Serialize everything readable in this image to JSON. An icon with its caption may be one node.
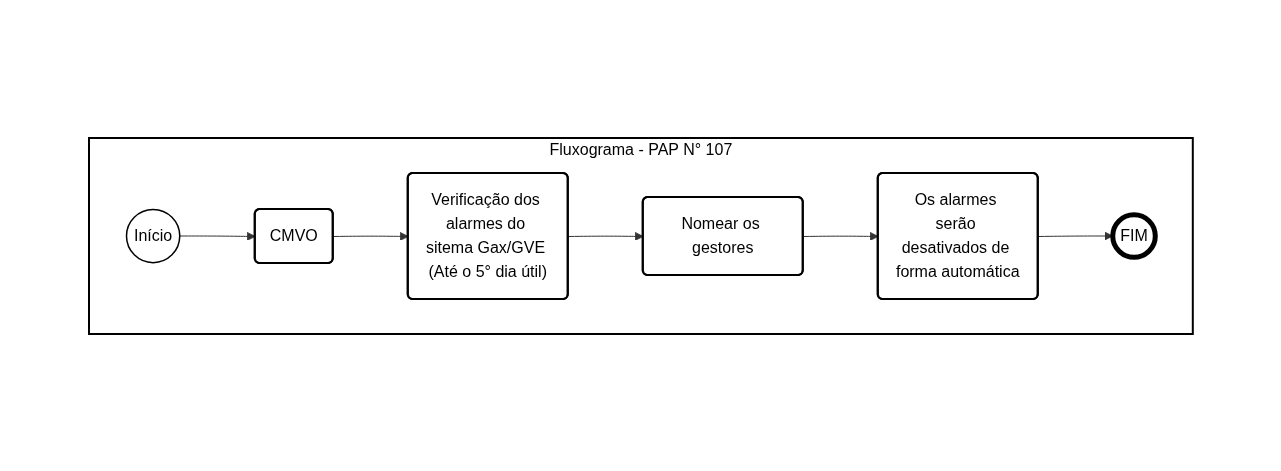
{
  "diagram": {
    "nodes": [
      {
        "text": [
          "Fluxograma - PAP N° 107"
        ]
      },
      {
        "text": [
          "Início"
        ],
        "in": 0
      },
      {
        "text": [
          "CMVO"
        ],
        "in": 0
      },
      {
        "text": [
          "Verificação dos alarmes do sitema Gax/GVE (Até o 5° dia útil)"
        ],
        "in": 0
      },
      {
        "text": [
          "Nomear os gestores"
        ],
        "in": 0
      },
      {
        "text": [
          "Os alarmes serão desativados de forma automática"
        ],
        "in": 0
      },
      {
        "text": [
          "FIM"
        ],
        "in": 0
      }
    ],
    "edges": [
      {
        "from": 1,
        "to": 2,
        "arrow": "to"
      },
      {
        "from": 2,
        "to": 3,
        "arrow": "to"
      },
      {
        "from": 3,
        "to": 4,
        "arrow": "to"
      },
      {
        "from": 4,
        "to": 5,
        "arrow": "to"
      },
      {
        "from": 5,
        "to": 6,
        "arrow": "to"
      }
    ]
  }
}
